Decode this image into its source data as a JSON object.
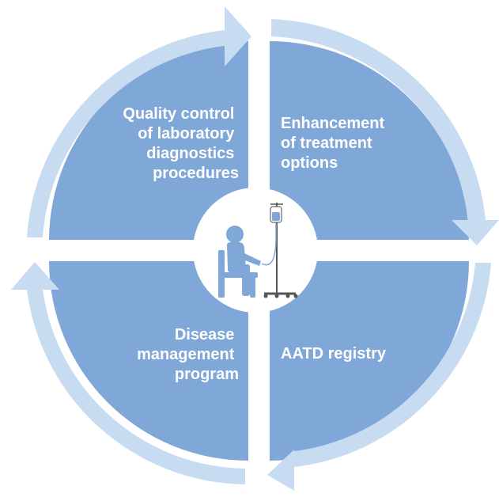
{
  "colors": {
    "background": "#ffffff",
    "quadrant_fill": "#7fa7d8",
    "arrow_fill": "#c7dbf1",
    "center_fill": "#ffffff",
    "icon_fill": "#7fa7d8",
    "stand_color": "#555555",
    "label_color": "#ffffff"
  },
  "quadrants": [
    {
      "id": "top-left",
      "lines": [
        "Quality control",
        "of laboratory",
        "diagnostics",
        "procedures"
      ]
    },
    {
      "id": "top-right",
      "lines": [
        "Enhancement",
        "of treatment",
        "options"
      ]
    },
    {
      "id": "bottom-left",
      "lines": [
        "Disease",
        "management",
        "program"
      ]
    },
    {
      "id": "bottom-right",
      "lines": [
        "AATD registry"
      ]
    }
  ],
  "center": {
    "icon": "patient-infusion-icon"
  },
  "cycle": {
    "direction": "clockwise",
    "arrow_icons": [
      "arrow-top-icon",
      "arrow-right-icon",
      "arrow-bottom-icon",
      "arrow-left-icon"
    ]
  }
}
